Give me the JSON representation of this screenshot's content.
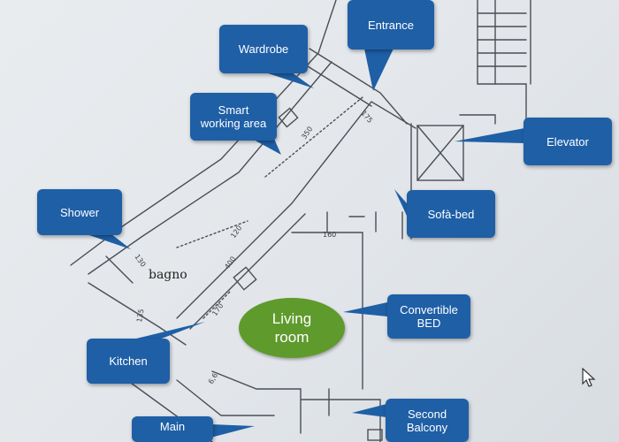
{
  "callouts": {
    "wardrobe": "Wardrobe",
    "entrance": "Entrance",
    "smart_working": "Smart\nworking area",
    "elevator": "Elevator",
    "shower": "Shower",
    "sofa_bed": "Sofà-bed",
    "convertible_bed": "Convertible\nBED",
    "kitchen": "Kitchen",
    "second_balcony": "Second\nBalcony",
    "main": "Main"
  },
  "living_room": "Living\nroom",
  "bathroom_label": "bagno",
  "dimensions": [
    "175",
    "350",
    "130",
    "120",
    "400",
    "170",
    "160",
    "135",
    "6,6"
  ],
  "colors": {
    "callout_fill": "#1f5fa6",
    "living_fill": "#5f9a2c",
    "wall_line": "#4a4f55",
    "background": "#e5e8eb"
  },
  "icons": {
    "cursor": "mouse-pointer-icon"
  }
}
